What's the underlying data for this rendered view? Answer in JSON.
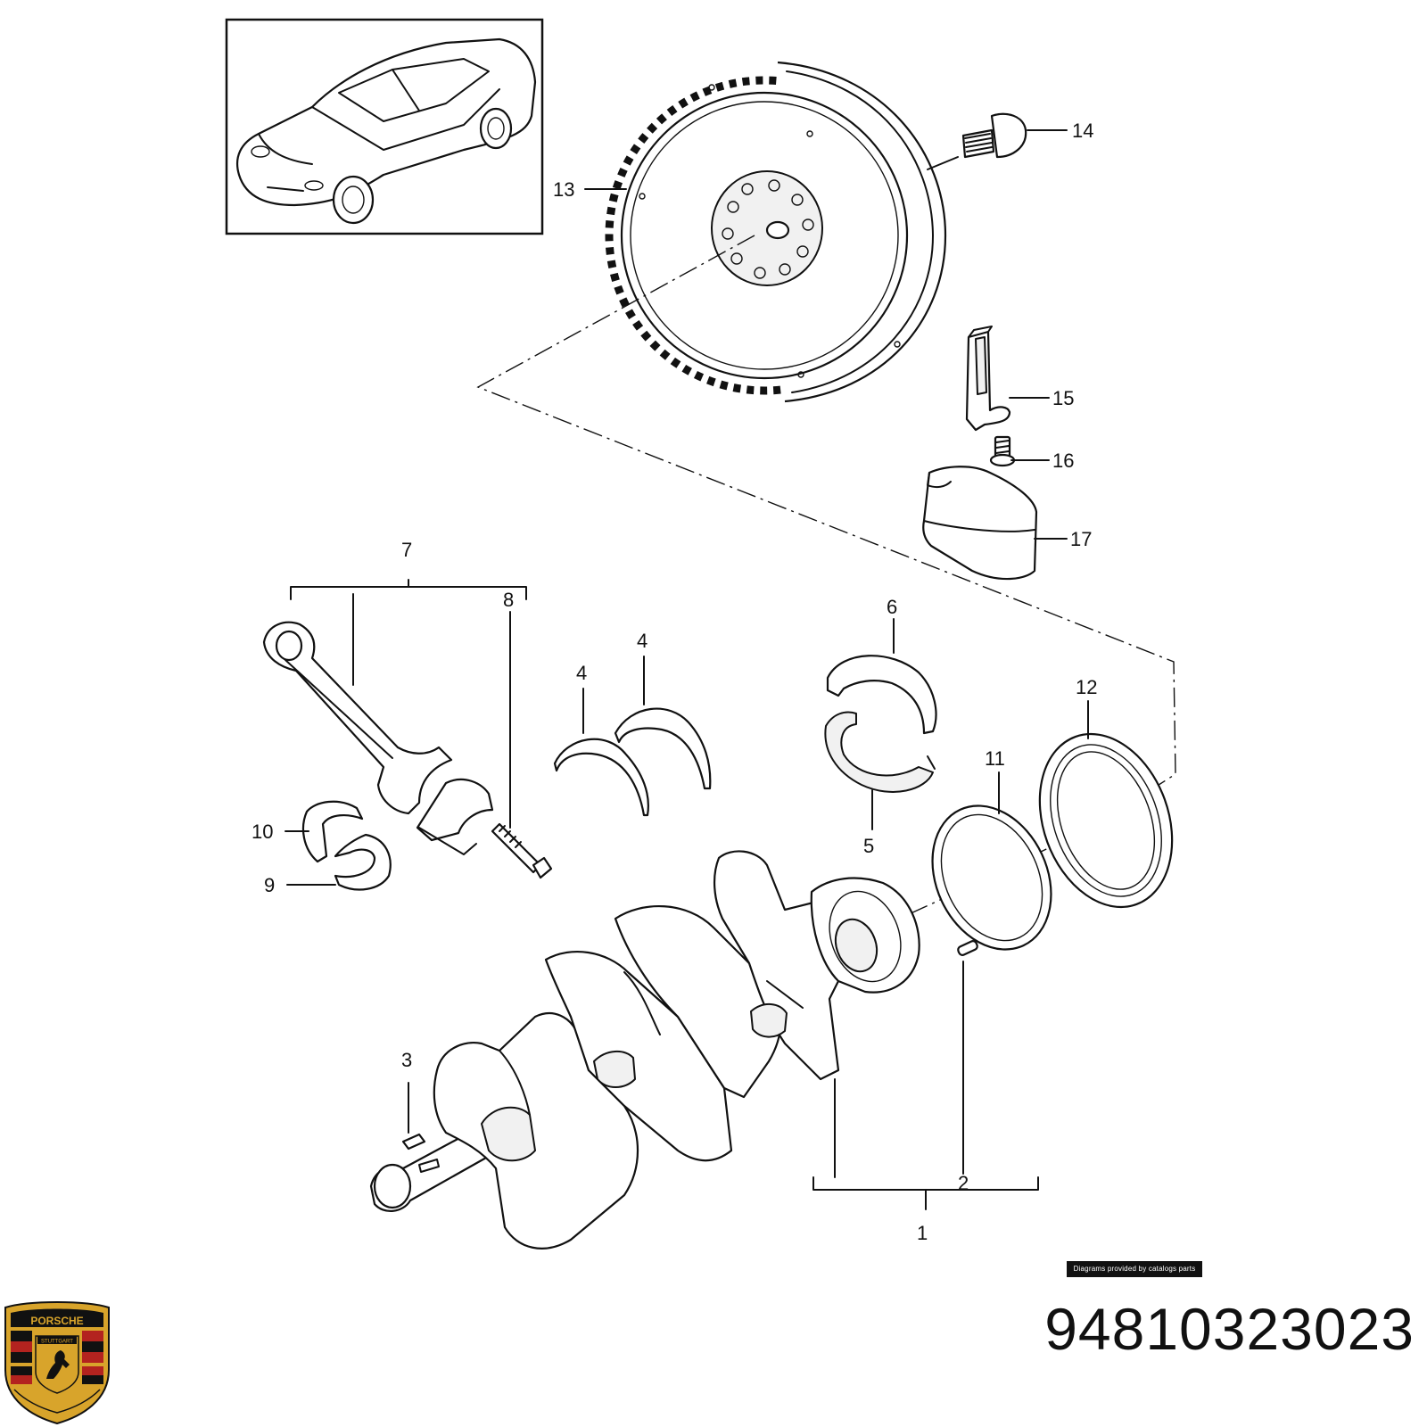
{
  "callouts": [
    "1",
    "2",
    "3",
    "4",
    "4",
    "5",
    "6",
    "7",
    "8",
    "9",
    "10",
    "11",
    "12",
    "13",
    "14",
    "15",
    "16",
    "17"
  ],
  "credit": "Diagrams provided by catalogs parts",
  "part_number": "94810323023",
  "logo": {
    "wordmark": "PORSCHE",
    "city": "STUTTGART",
    "colors": {
      "gold": "#d8a42b",
      "red": "#b3231f",
      "black": "#111111"
    }
  }
}
